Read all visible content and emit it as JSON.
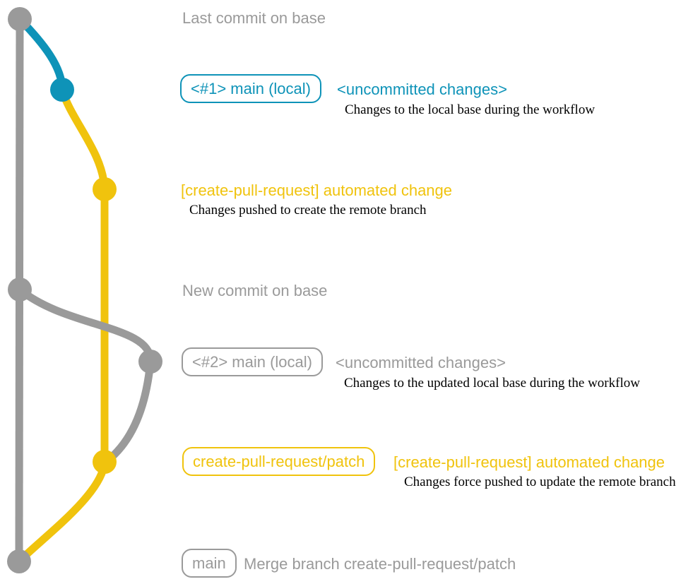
{
  "colors": {
    "gray": "#9a9a9a",
    "blue": "#0e93b8",
    "yellow": "#f0c30d",
    "caption_text": "#000000",
    "background": "#ffffff"
  },
  "rows": {
    "last_commit": {
      "title": "Last commit on base"
    },
    "branch1": {
      "tag": "<#1> main (local)",
      "status": "<uncommitted changes>",
      "caption": "Changes to the local base during the workflow"
    },
    "commit1": {
      "message": "[create-pull-request] automated change",
      "caption": "Changes pushed to create the remote branch"
    },
    "new_commit": {
      "title": "New commit on base"
    },
    "branch2": {
      "tag": "<#2> main (local)",
      "status": "<uncommitted changes>",
      "caption": "Changes to the updated local base during the workflow"
    },
    "patch": {
      "tag": "create-pull-request/patch",
      "message": "[create-pull-request] automated change",
      "caption": "Changes force pushed to update the remote branch"
    },
    "merge": {
      "tag": "main",
      "message": "Merge branch create-pull-request/patch"
    }
  }
}
